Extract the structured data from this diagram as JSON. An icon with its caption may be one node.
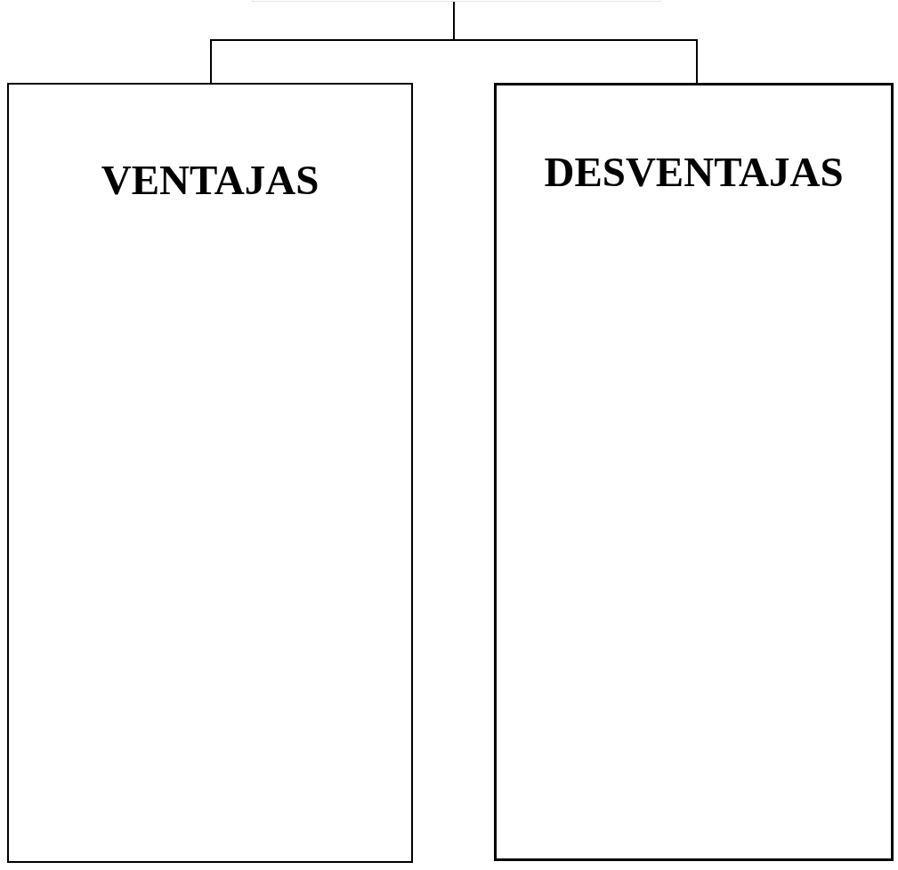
{
  "diagram": {
    "nodes": [
      {
        "text": [],
        "shape": "box"
      },
      {
        "text": [
          "VENTAJAS"
        ]
      },
      {
        "text": [
          "DESVENTAJAS"
        ]
      }
    ],
    "edges": [
      {
        "from": 0,
        "to": 1,
        "arrow": "none"
      },
      {
        "from": 0,
        "to": 2,
        "arrow": "none"
      }
    ]
  }
}
